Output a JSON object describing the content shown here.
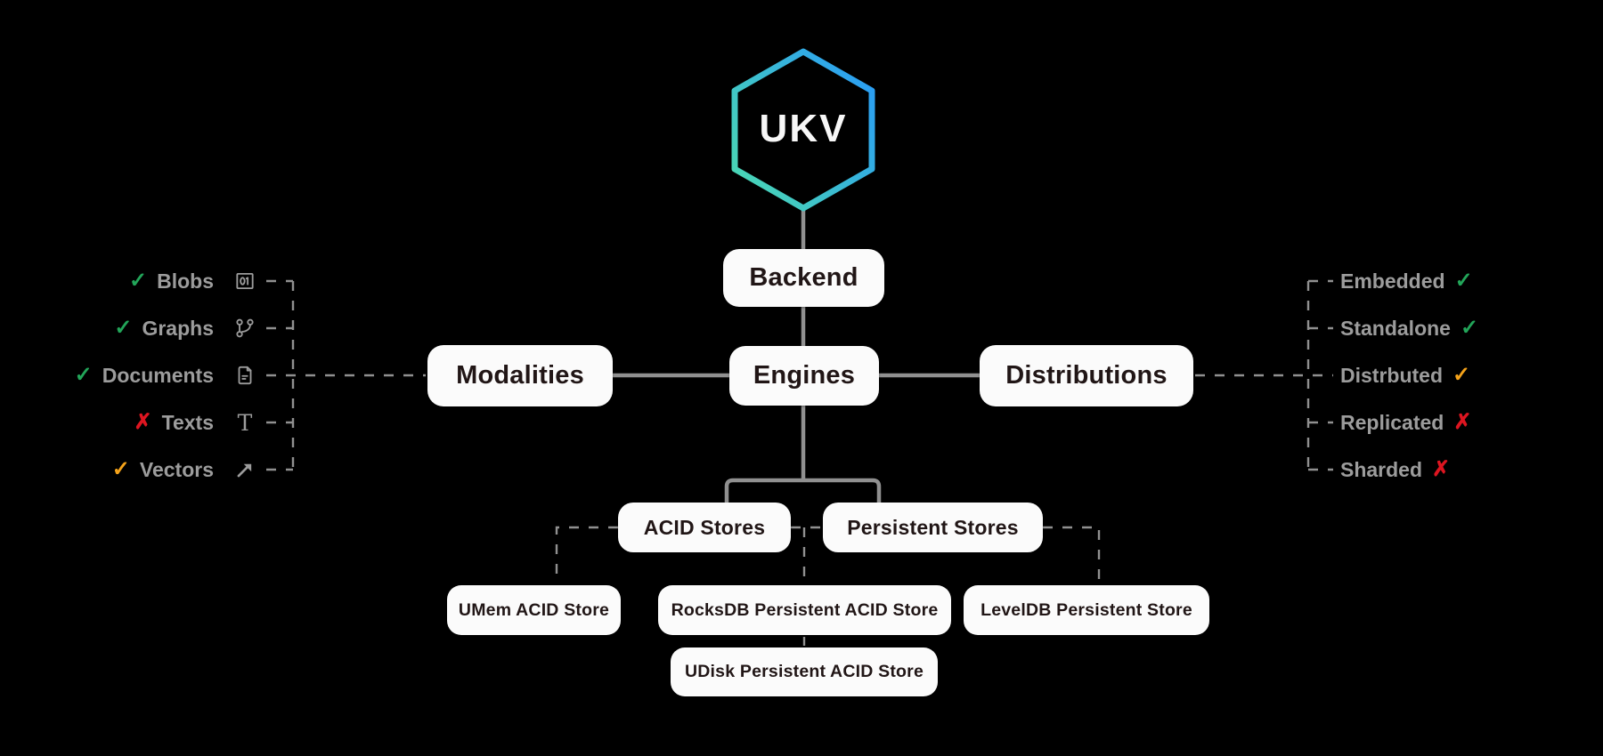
{
  "logo": {
    "text": "UKV"
  },
  "nodes": {
    "backend": {
      "label": "Backend"
    },
    "engines": {
      "label": "Engines"
    },
    "modalities": {
      "label": "Modalities"
    },
    "distributions": {
      "label": "Distributions"
    },
    "acid_stores": {
      "label": "ACID Stores"
    },
    "persistent_stores": {
      "label": "Persistent Stores"
    },
    "umem": {
      "label": "UMem ACID Store"
    },
    "rocksdb": {
      "label": "RocksDB Persistent ACID Store"
    },
    "leveldb": {
      "label": "LevelDB Persistent Store"
    },
    "udisk": {
      "label": "UDisk Persistent ACID Store"
    }
  },
  "modalities_list": {
    "items": [
      {
        "label": "Blobs",
        "mark": "✓",
        "mark_class": "mark green",
        "icon": "binary-icon"
      },
      {
        "label": "Graphs",
        "mark": "✓",
        "mark_class": "mark green",
        "icon": "graph-icon"
      },
      {
        "label": "Documents",
        "mark": "✓",
        "mark_class": "mark green",
        "icon": "document-icon"
      },
      {
        "label": "Texts",
        "mark": "✗",
        "mark_class": "mark red",
        "icon": "letter-t-icon"
      },
      {
        "label": "Vectors",
        "mark": "✓",
        "mark_class": "mark orange",
        "icon": "arrow-up-right-icon"
      }
    ]
  },
  "distributions_list": {
    "items": [
      {
        "label": "Embedded",
        "mark": "✓",
        "mark_class": "mark green"
      },
      {
        "label": "Standalone",
        "mark": "✓",
        "mark_class": "mark green"
      },
      {
        "label": "Distrbuted",
        "mark": "✓",
        "mark_class": "mark orange"
      },
      {
        "label": "Replicated",
        "mark": "✗",
        "mark_class": "mark red"
      },
      {
        "label": "Sharded",
        "mark": "✗",
        "mark_class": "mark red"
      }
    ]
  },
  "glyphs": {
    "letter_t": "T"
  },
  "colors": {
    "background": "#000000",
    "box_background": "#fbfbfb",
    "box_text": "#211616",
    "muted_text": "#9c9c9c",
    "line": "#909090",
    "green": "#22a559",
    "orange": "#f5a31a",
    "red": "#dd1520",
    "hex_gradient_start": "#49d5b6",
    "hex_gradient_end": "#2b9ff2"
  }
}
